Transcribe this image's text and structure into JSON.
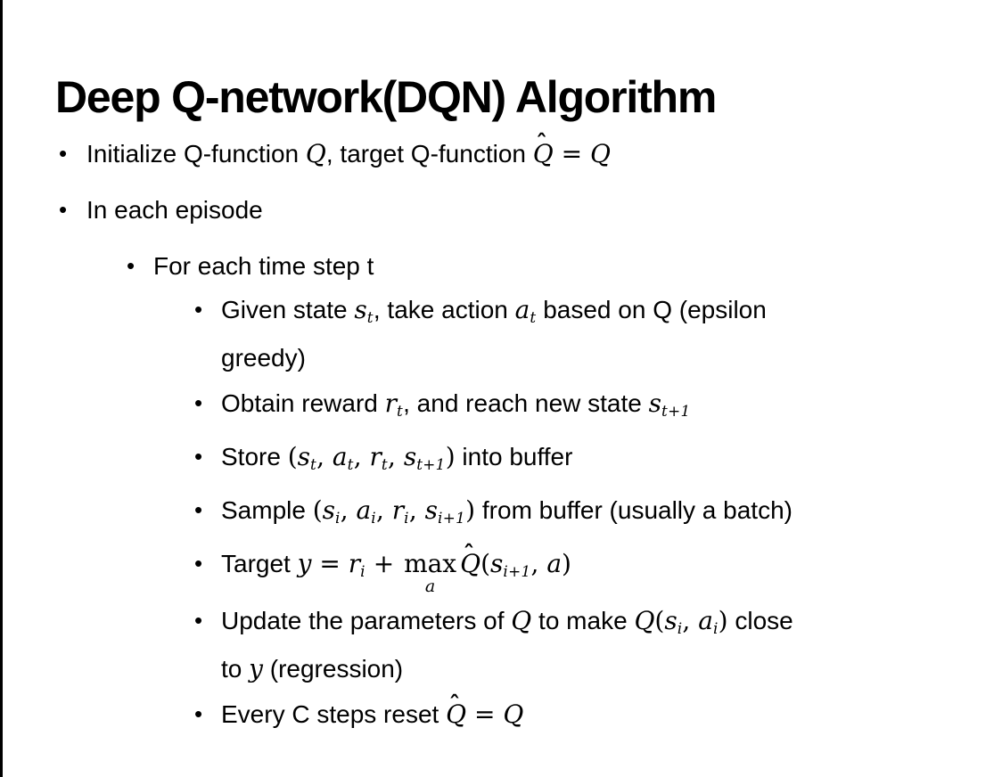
{
  "slide": {
    "background": "#ffffff",
    "border_color": "#000000",
    "text_color": "#000000",
    "title": "Deep Q-network(DQN) Algorithm",
    "bullet_char": "•",
    "hat_char": "ˆ",
    "bullets": [
      {
        "level": 1,
        "segments": [
          {
            "t": "Initialize Q-function "
          },
          {
            "m": "Q"
          },
          {
            "t": ", target Q-function "
          },
          {
            "hat": "Q"
          },
          {
            "mr": " = "
          },
          {
            "m": "Q"
          }
        ]
      },
      {
        "level": 1,
        "segments": [
          {
            "t": "In each episode"
          }
        ]
      },
      {
        "level": 2,
        "segments": [
          {
            "t": "For each time step t"
          }
        ]
      },
      {
        "level": 3,
        "segments": [
          {
            "t": "Given state "
          },
          {
            "m": "s",
            "sub": "t"
          },
          {
            "t": ", take action "
          },
          {
            "m": "a",
            "sub": "t"
          },
          {
            "t": " based on Q (epsilon"
          },
          {
            "br": true
          },
          {
            "t": "greedy)"
          }
        ]
      },
      {
        "level": 3,
        "segments": [
          {
            "t": "Obtain reward "
          },
          {
            "m": "r",
            "sub": "t"
          },
          {
            "t": ", and reach new state "
          },
          {
            "m": "s",
            "sub": "t+1"
          }
        ]
      },
      {
        "level": 3,
        "segments": [
          {
            "t": "Store "
          },
          {
            "mr": "("
          },
          {
            "m": "s",
            "sub": "t"
          },
          {
            "mr": ", "
          },
          {
            "m": "a",
            "sub": "t"
          },
          {
            "mr": ", "
          },
          {
            "m": "r",
            "sub": "t"
          },
          {
            "mr": ", "
          },
          {
            "m": "s",
            "sub": "t+1"
          },
          {
            "mr": ")"
          },
          {
            "t": " into buffer"
          }
        ]
      },
      {
        "level": 3,
        "segments": [
          {
            "t": "Sample "
          },
          {
            "mr": "("
          },
          {
            "m": "s",
            "sub": "i"
          },
          {
            "mr": ", "
          },
          {
            "m": "a",
            "sub": "i"
          },
          {
            "mr": ", "
          },
          {
            "m": "r",
            "sub": "i"
          },
          {
            "mr": ", "
          },
          {
            "m": "s",
            "sub": "i+1"
          },
          {
            "mr": ")"
          },
          {
            "t": " from buffer (usually a batch)"
          }
        ]
      },
      {
        "level": 3,
        "segments": [
          {
            "t": "Target "
          },
          {
            "m": "y"
          },
          {
            "mr": " = "
          },
          {
            "m": "r",
            "sub": "i"
          },
          {
            "mr": " + "
          },
          {
            "top": "max",
            "under": "a"
          },
          {
            "hat": "Q"
          },
          {
            "mr": "("
          },
          {
            "m": "s",
            "sub": "i+1"
          },
          {
            "mr": ", "
          },
          {
            "m": "a"
          },
          {
            "mr": ")"
          }
        ]
      },
      {
        "level": 3,
        "segments": [
          {
            "t": "Update the parameters of "
          },
          {
            "m": "Q"
          },
          {
            "t": " to make "
          },
          {
            "m": "Q"
          },
          {
            "mr": "("
          },
          {
            "m": "s",
            "sub": "i"
          },
          {
            "mr": ", "
          },
          {
            "m": "a",
            "sub": "i"
          },
          {
            "mr": ")"
          },
          {
            "t": " close"
          },
          {
            "br": true
          },
          {
            "t": "to "
          },
          {
            "m": "y"
          },
          {
            "t": " (regression)"
          }
        ]
      },
      {
        "level": 3,
        "segments": [
          {
            "t": "Every C steps reset "
          },
          {
            "hat": "Q"
          },
          {
            "mr": " = "
          },
          {
            "m": "Q"
          }
        ]
      }
    ]
  }
}
